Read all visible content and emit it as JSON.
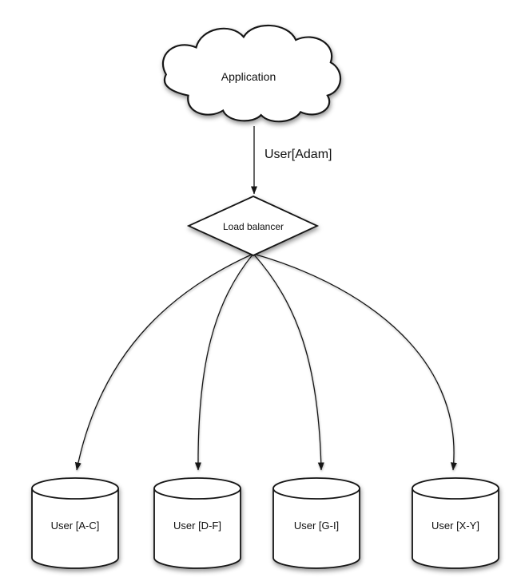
{
  "diagram": {
    "background_color": "#ffffff",
    "stroke_color": "#151515",
    "fill_color": "#ffffff",
    "nodes": {
      "application": {
        "label": "Application",
        "shape": "cloud"
      },
      "load_balancer": {
        "label": "Load balancer",
        "shape": "diamond"
      },
      "shards": [
        {
          "label": "User [A-C]",
          "shape": "cylinder"
        },
        {
          "label": "User [D-F]",
          "shape": "cylinder"
        },
        {
          "label": "User [G-I]",
          "shape": "cylinder"
        },
        {
          "label": "User [X-Y]",
          "shape": "cylinder"
        }
      ]
    },
    "edges": [
      {
        "from": "application",
        "to": "load_balancer",
        "label": "User[Adam]",
        "style": "straight-arrow"
      },
      {
        "from": "load_balancer",
        "to": "shard-0",
        "style": "curved-arrow"
      },
      {
        "from": "load_balancer",
        "to": "shard-1",
        "style": "curved-arrow"
      },
      {
        "from": "load_balancer",
        "to": "shard-2",
        "style": "curved-arrow"
      },
      {
        "from": "load_balancer",
        "to": "shard-3",
        "style": "curved-arrow"
      }
    ]
  }
}
